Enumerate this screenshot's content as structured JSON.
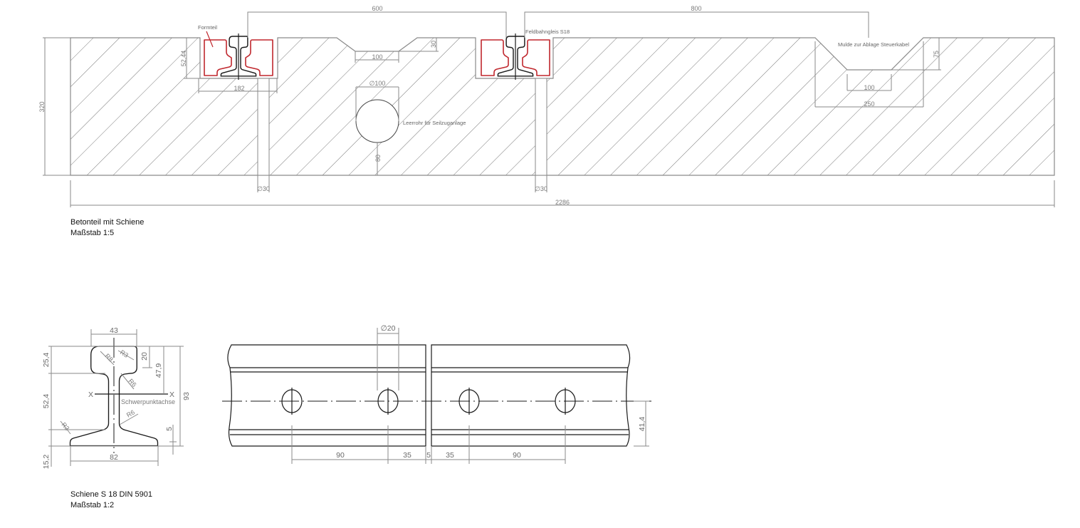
{
  "colors": {
    "line": "#8a8a8a",
    "outline": "#1a1a1a",
    "formteil": "#c0272d"
  },
  "top_drawing": {
    "title": "Betonteil mit Schiene",
    "scale": "Maßstab 1:5",
    "labels": {
      "formteil": "Formteil",
      "feldbahngleis": "Feldbahngleis S18",
      "leerrohr": "Leerrohr für Seilzuganlage",
      "mulde": "Mulde zur Ablage Steuerkabel"
    },
    "dims": {
      "d600": "600",
      "d800": "800",
      "d320": "320",
      "d5244": "52,44",
      "d182": "182",
      "d100_groove": "100",
      "d30_groove": "30",
      "d100_pipe": "∅100",
      "d80": "80",
      "d30_slot_left": "∅30",
      "d30_slot_right": "∅30",
      "d2286": "2286",
      "d75": "75",
      "d100_mulde": "100",
      "d250": "250"
    }
  },
  "rail_section": {
    "title": "Schiene S 18 DIN 5901",
    "scale": "Maßstab 1:2",
    "axis_label": "Schwerpunktachse",
    "axis_x_left": "X",
    "axis_x_right": "X",
    "dims": {
      "d43": "43",
      "d254": "25,4",
      "d524": "52,4",
      "d152": "15,2",
      "d82": "82",
      "d93": "93",
      "d479": "47,9",
      "d20": "20",
      "d5": "5"
    },
    "radii": {
      "r8": "R8",
      "r3_top": "R3",
      "r6_top": "R6",
      "r6_bottom": "R6",
      "r3_bottom": "R3"
    }
  },
  "rail_side": {
    "dims": {
      "hole": "∅20",
      "height": "41,4",
      "d90_left": "90",
      "d35_left": "35",
      "gap": "5",
      "d35_right": "35",
      "d90_right": "90"
    }
  }
}
